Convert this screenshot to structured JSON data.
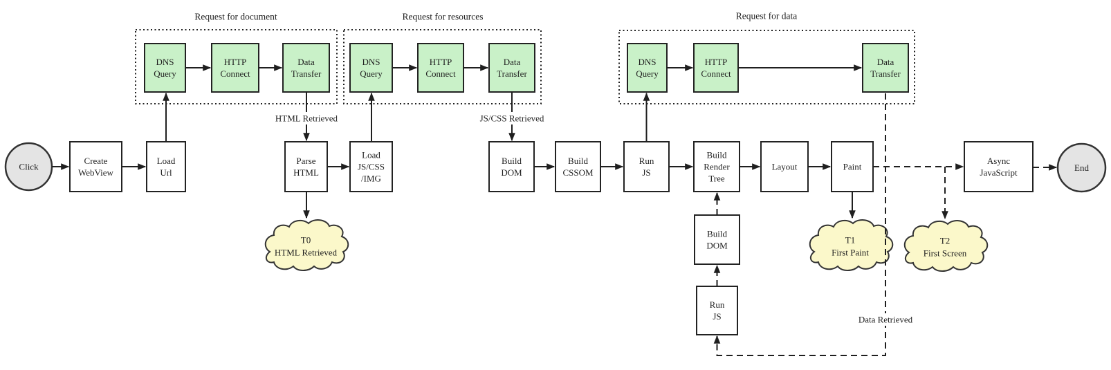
{
  "diagram": {
    "groups": {
      "doc": {
        "title": "Request for document"
      },
      "res": {
        "title": "Request for resources"
      },
      "data": {
        "title": "Request for data"
      }
    },
    "nodes": {
      "click": {
        "label": "Click"
      },
      "createWebview": {
        "l1": "Create",
        "l2": "WebView"
      },
      "loadUrl": {
        "l1": "Load",
        "l2": "Url"
      },
      "dns1": {
        "l1": "DNS",
        "l2": "Query"
      },
      "http1": {
        "l1": "HTTP",
        "l2": "Connect"
      },
      "data1": {
        "l1": "Data",
        "l2": "Transfer"
      },
      "parseHtml": {
        "l1": "Parse",
        "l2": "HTML"
      },
      "loadRes": {
        "l1": "Load",
        "l2": "JS/CSS",
        "l3": "/IMG"
      },
      "dns2": {
        "l1": "DNS",
        "l2": "Query"
      },
      "http2": {
        "l1": "HTTP",
        "l2": "Connect"
      },
      "data2": {
        "l1": "Data",
        "l2": "Transfer"
      },
      "buildDom": {
        "l1": "Build",
        "l2": "DOM"
      },
      "buildCssom": {
        "l1": "Build",
        "l2": "CSSOM"
      },
      "runJs": {
        "l1": "Run",
        "l2": "JS"
      },
      "dns3": {
        "l1": "DNS",
        "l2": "Query"
      },
      "http3": {
        "l1": "HTTP",
        "l2": "Connect"
      },
      "data3": {
        "l1": "Data",
        "l2": "Transfer"
      },
      "buildRenderTree": {
        "l1": "Build",
        "l2": "Render",
        "l3": "Tree"
      },
      "layout": {
        "label": "Layout"
      },
      "paint": {
        "label": "Paint"
      },
      "buildDom2": {
        "l1": "Build",
        "l2": "DOM"
      },
      "runJs2": {
        "l1": "Run",
        "l2": "JS"
      },
      "asyncJs": {
        "l1": "Async",
        "l2": "JavaScript"
      },
      "end": {
        "label": "End"
      }
    },
    "clouds": {
      "t0": {
        "l1": "T0",
        "l2": "HTML Retrieved"
      },
      "t1": {
        "l1": "T1",
        "l2": "First Paint"
      },
      "t2": {
        "l1": "T2",
        "l2": "First Screen"
      }
    },
    "edgeLabels": {
      "htmlRetrieved": "HTML Retrieved",
      "jscssRetrieved": "JS/CSS Retrieved",
      "dataRetrieved": "Data Retrieved"
    },
    "colors": {
      "processFill": "#c9f1c8",
      "milestoneFill": "#fbf8ca",
      "terminalFill": "#e4e4e4",
      "line": "#1f1f1f",
      "background": "#ffffff"
    }
  }
}
